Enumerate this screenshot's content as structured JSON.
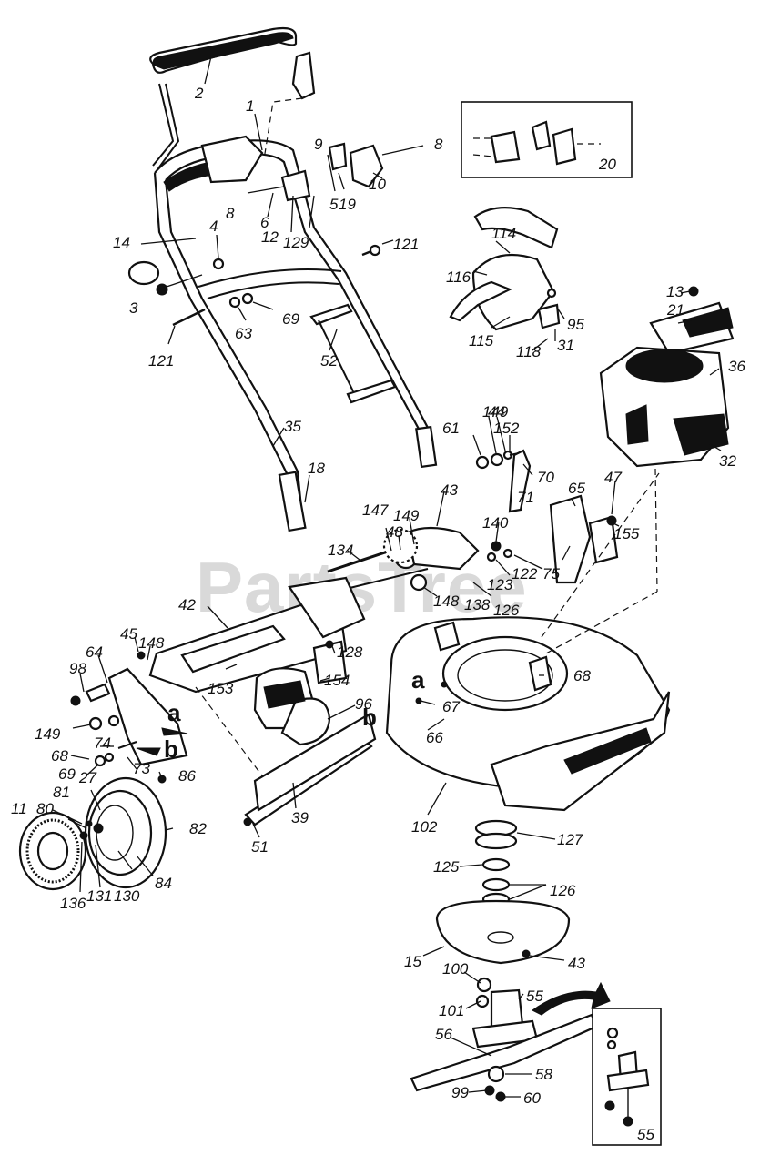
{
  "watermark": "PartsTree",
  "callouts": {
    "c1": "1",
    "c2": "2",
    "c3": "3",
    "c4": "4",
    "c5": "5",
    "c6": "6",
    "c8a": "8",
    "c8b": "8",
    "c9": "9",
    "c10": "10",
    "c11": "11",
    "c12": "12",
    "c13": "13",
    "c14": "14",
    "c15": "15",
    "c18": "18",
    "c19": "19",
    "c20": "20",
    "c21": "21",
    "c27": "27",
    "c31": "31",
    "c32": "32",
    "c35": "35",
    "c36": "36",
    "c39": "39",
    "c42": "42",
    "c43a": "43",
    "c43b": "43",
    "c44": "44",
    "c45": "45",
    "c47": "47",
    "c48": "48",
    "c51": "51",
    "c52": "52",
    "c55a": "55",
    "c55b": "55",
    "c56": "56",
    "c58": "58",
    "c60": "60",
    "c61": "61",
    "c63": "63",
    "c64": "64",
    "c65": "65",
    "c66": "66",
    "c67": "67",
    "c68a": "68",
    "c68b": "68",
    "c69a": "69",
    "c69b": "69",
    "c70": "70",
    "c71": "71",
    "c73": "73",
    "c74": "74",
    "c75": "75",
    "c80": "80",
    "c81": "81",
    "c82": "82",
    "c84": "84",
    "c86": "86",
    "c95": "95",
    "c96": "96",
    "c98": "98",
    "c99": "99",
    "c100": "100",
    "c101": "101",
    "c102": "102",
    "c114": "114",
    "c115": "115",
    "c116": "116",
    "c118": "118",
    "c121a": "121",
    "c121b": "121",
    "c122": "122",
    "c123": "123",
    "c125": "125",
    "c126": "126",
    "c127": "127",
    "c128": "128",
    "c129": "129",
    "c130": "130",
    "c131": "131",
    "c134": "134",
    "c136": "136",
    "c138": "138",
    "c140": "140",
    "c147": "147",
    "c148a": "148",
    "c148b": "148",
    "c149a": "149",
    "c149b": "149",
    "c149c": "149",
    "c152": "152",
    "c153": "153",
    "c154": "154",
    "c155": "155"
  },
  "markers": {
    "a1": "a",
    "a2": "a",
    "b1": "b",
    "b2": "b"
  }
}
